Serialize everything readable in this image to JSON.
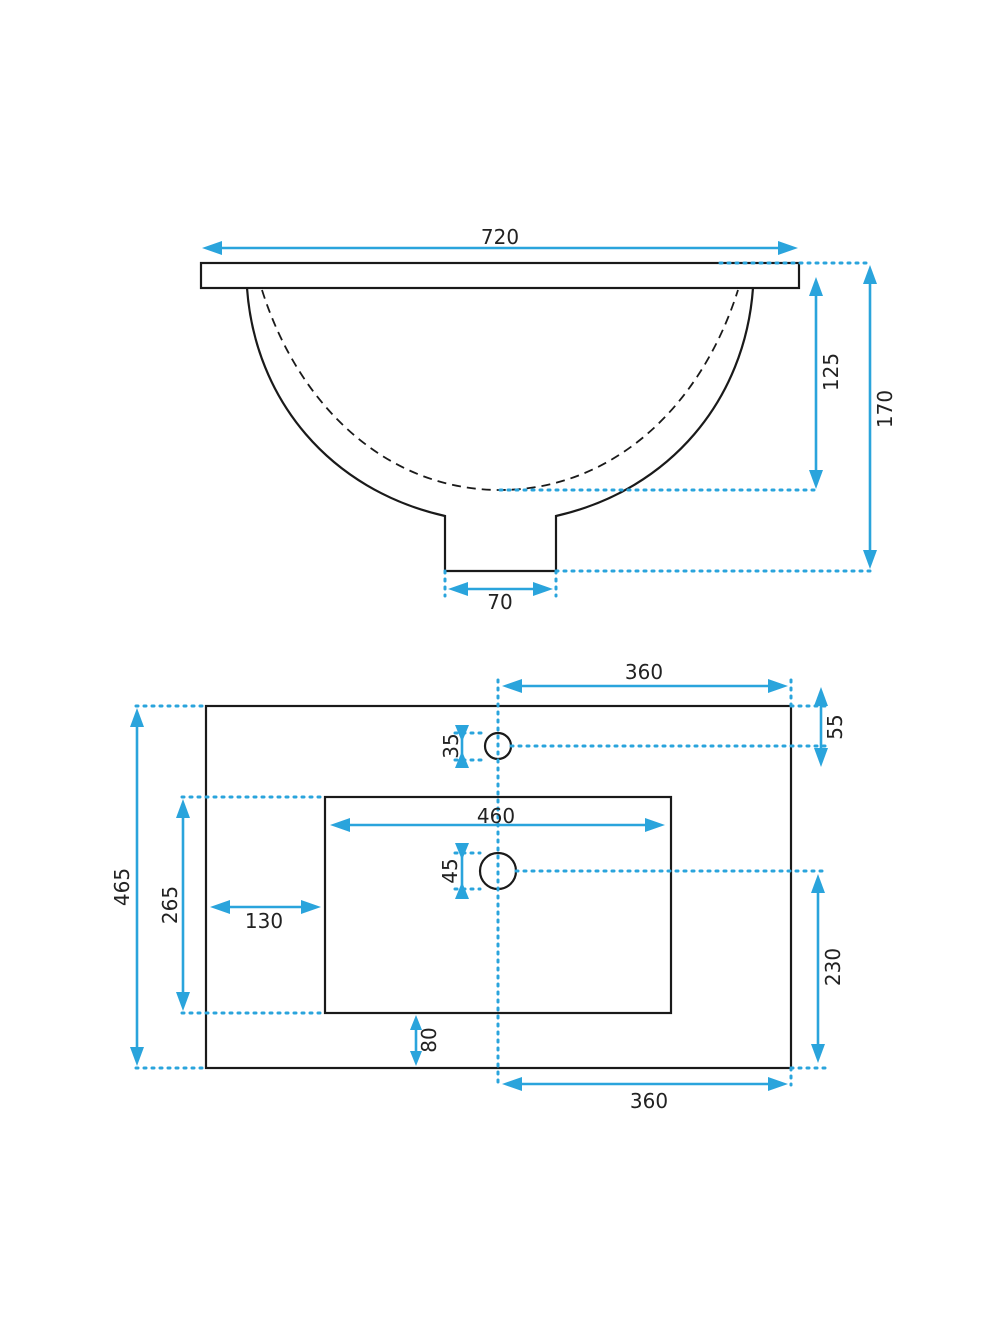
{
  "colors": {
    "outline": "#1a1a1a",
    "dimension": "#2aa4dc",
    "label": "#222222",
    "background": "#ffffff"
  },
  "side_view": {
    "width": "720",
    "bowl_depth": "125",
    "total_height": "170",
    "drain_width": "70"
  },
  "top_view": {
    "tap_offset_top": "360",
    "tap_from_edge": "55",
    "tap_hole": "35",
    "bowl_width": "460",
    "drain_hole": "45",
    "total_depth": "465",
    "bowl_depth": "265",
    "bowl_left_margin": "130",
    "drain_from_front": "230",
    "bowl_front_margin": "80",
    "drain_offset_bottom": "360"
  }
}
